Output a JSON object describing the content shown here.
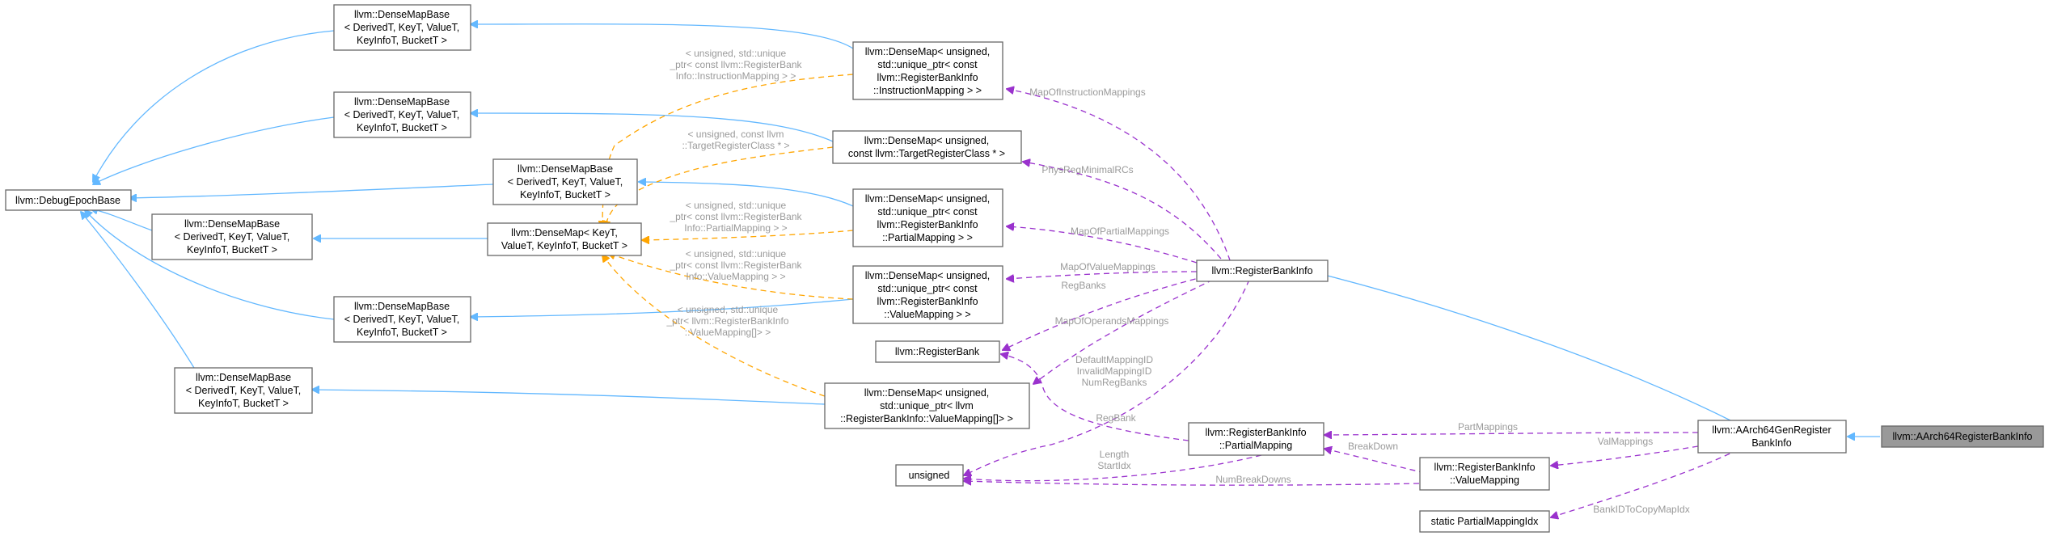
{
  "nodes": {
    "debug_epoch_base": [
      "llvm::DebugEpochBase"
    ],
    "dmb1": [
      "llvm::DenseMapBase",
      "< DerivedT, KeyT, ValueT,",
      "KeyInfoT, BucketT >"
    ],
    "dmb2": [
      "llvm::DenseMapBase",
      "< DerivedT, KeyT, ValueT,",
      "KeyInfoT, BucketT >"
    ],
    "dmb3": [
      "llvm::DenseMapBase",
      "< DerivedT, KeyT, ValueT,",
      "KeyInfoT, BucketT >"
    ],
    "dmb4": [
      "llvm::DenseMapBase",
      "< DerivedT, KeyT, ValueT,",
      "KeyInfoT, BucketT >"
    ],
    "dmb5": [
      "llvm::DenseMapBase",
      "< DerivedT, KeyT, ValueT,",
      "KeyInfoT, BucketT >"
    ],
    "dmb6": [
      "llvm::DenseMapBase",
      "< DerivedT, KeyT, ValueT,",
      "KeyInfoT, BucketT >"
    ],
    "densemap_template": [
      "llvm::DenseMap< KeyT,",
      "ValueT, KeyInfoT, BucketT >"
    ],
    "dm_instruction": [
      "llvm::DenseMap< unsigned,",
      "std::unique_ptr< const",
      "llvm::RegisterBankInfo",
      "::InstructionMapping > >"
    ],
    "dm_regclass": [
      "llvm::DenseMap< unsigned,",
      "const llvm::TargetRegisterClass * >"
    ],
    "dm_partial": [
      "llvm::DenseMap< unsigned,",
      "std::unique_ptr< const",
      "llvm::RegisterBankInfo",
      "::PartialMapping > >"
    ],
    "dm_value": [
      "llvm::DenseMap< unsigned,",
      "std::unique_ptr< const",
      "llvm::RegisterBankInfo",
      "::ValueMapping > >"
    ],
    "register_bank": [
      "llvm::RegisterBank"
    ],
    "dm_operands": [
      "llvm::DenseMap< unsigned,",
      "std::unique_ptr< llvm",
      "::RegisterBankInfo::ValueMapping[]> >"
    ],
    "unsigned": [
      "unsigned"
    ],
    "register_bank_info": [
      "llvm::RegisterBankInfo"
    ],
    "partial_mapping": [
      "llvm::RegisterBankInfo",
      "::PartialMapping"
    ],
    "value_mapping": [
      "llvm::RegisterBankInfo",
      "::ValueMapping"
    ],
    "static_pm_idx": [
      "static PartialMappingIdx"
    ],
    "aarch64_gen": [
      "llvm::AArch64GenRegister",
      "BankInfo"
    ],
    "aarch64": [
      "llvm::AArch64RegisterBankInfo"
    ]
  },
  "template_labels": {
    "instruction": [
      "< unsigned, std::unique",
      "_ptr< const llvm::RegisterBank",
      "Info::InstructionMapping > >"
    ],
    "regclass": [
      "< unsigned, const llvm",
      "::TargetRegisterClass * >"
    ],
    "partial": [
      "< unsigned, std::unique",
      "_ptr< const llvm::RegisterBank",
      "Info::PartialMapping > >"
    ],
    "value": [
      "< unsigned, std::unique",
      "_ptr< const llvm::RegisterBank",
      "Info::ValueMapping > >"
    ],
    "operands": [
      "< unsigned, std::unique",
      "_ptr< llvm::RegisterBankInfo",
      "::ValueMapping[]> >"
    ]
  },
  "member_labels": {
    "map_of_instruction_mappings": "MapOfInstructionMappings",
    "phys_reg_minimal_rcs": "PhysRegMinimalRCs",
    "map_of_partial_mappings": "MapOfPartialMappings",
    "map_of_value_mappings": "MapOfValueMappings",
    "reg_banks": "RegBanks",
    "map_of_operands_mappings": "MapOfOperandsMappings",
    "unsigned_members": [
      "DefaultMappingID",
      "InvalidMappingID",
      "NumRegBanks"
    ],
    "reg_bank": "RegBank",
    "length_start_idx": [
      "Length",
      "StartIdx"
    ],
    "num_break_downs": "NumBreakDowns",
    "break_down": "BreakDown",
    "part_mappings": "PartMappings",
    "val_mappings": "ValMappings",
    "bank_id_to_copy_map_idx": "BankIDToCopyMapIdx"
  },
  "colors": {
    "inheritance": "#63b8ff",
    "template": "#ffa500",
    "usage": "#9a32cd",
    "node_border": "#666666",
    "highlight_fill": "#999999",
    "label_text": "#9a9a9a"
  }
}
